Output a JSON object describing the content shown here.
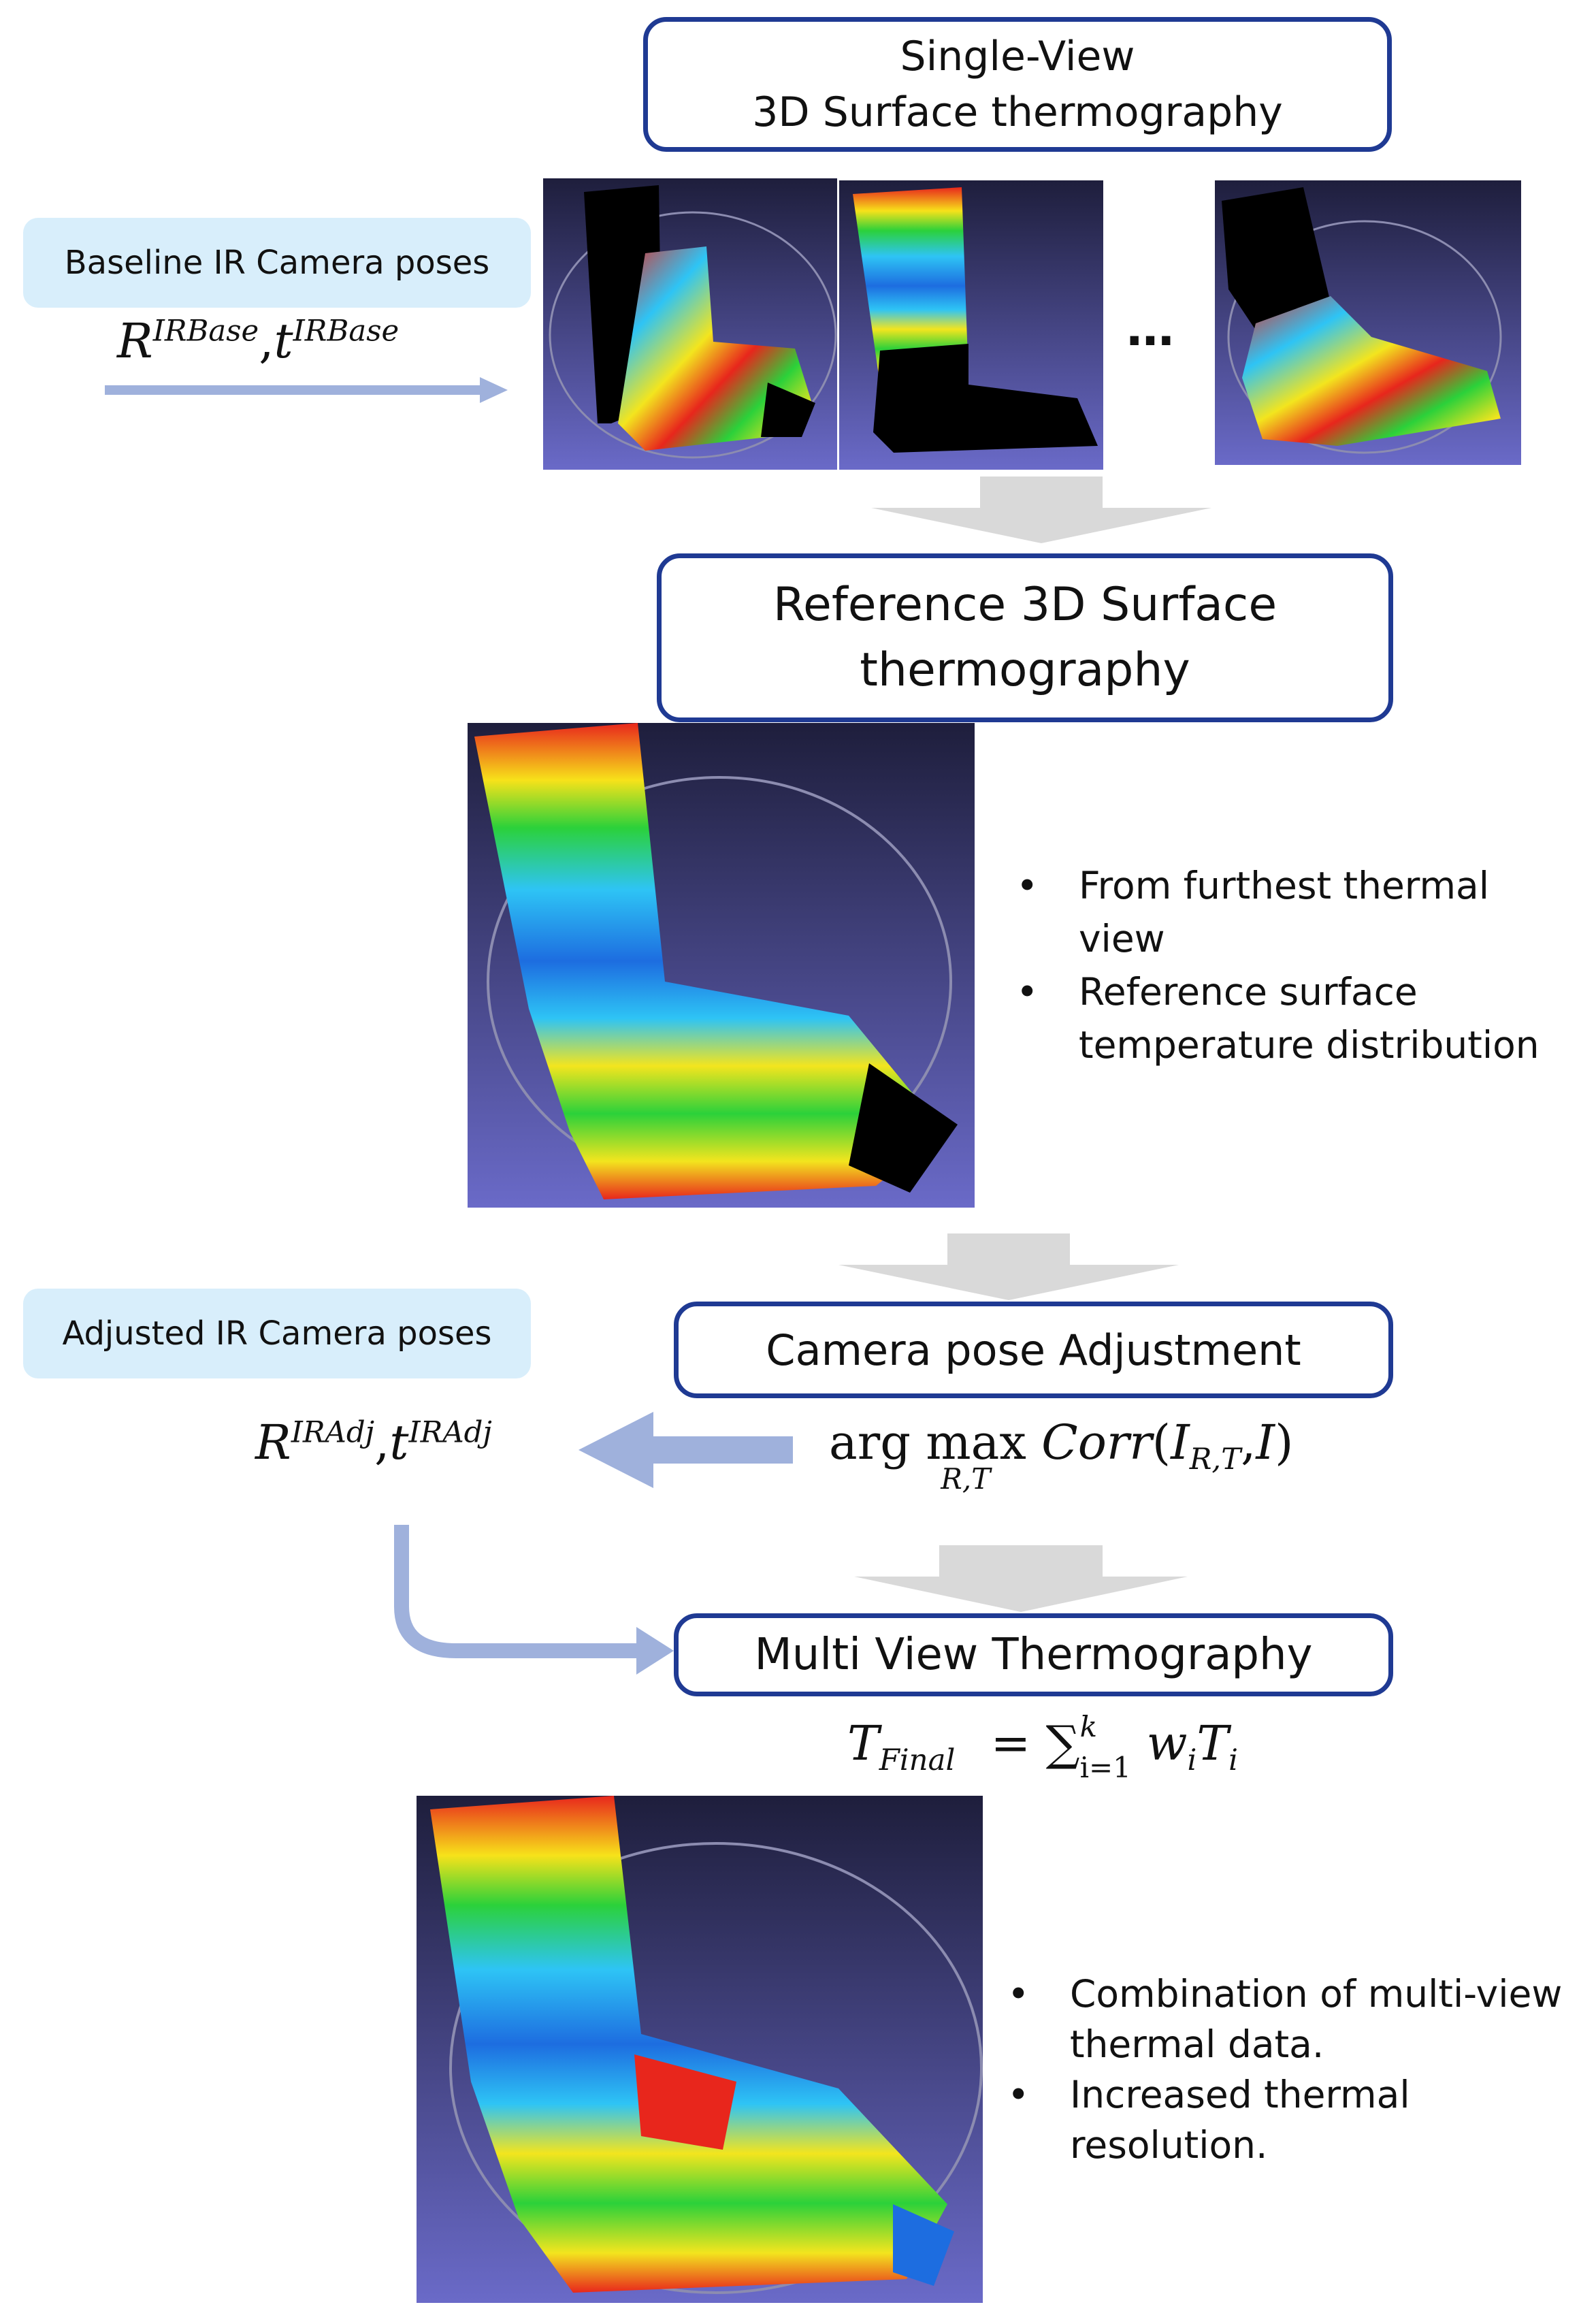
{
  "stages": {
    "single_view": {
      "line1": "Single-View",
      "line2": "3D Surface thermography"
    },
    "reference": {
      "line1": "Reference 3D Surface",
      "line2": "thermography"
    },
    "pose_adjust": {
      "label": "Camera pose Adjustment"
    },
    "multi_view": {
      "label": "Multi View Thermography"
    }
  },
  "baseline": {
    "label": "Baseline IR Camera poses",
    "math": {
      "R": "R",
      "R_sup": "IRBase",
      "sep": ",",
      "t": "t",
      "t_sup": "IRBase"
    }
  },
  "adjusted": {
    "label": "Adjusted IR Camera poses",
    "math": {
      "R": "R",
      "R_sup": "IRAdj",
      "sep": ",",
      "t": "t",
      "t_sup": "IRAdj"
    }
  },
  "objective": {
    "arg": "arg",
    "max": "max",
    "sub": "R,T",
    "corr": "Corr",
    "open": "(",
    "I1": "I",
    "I1_sub": "R,T",
    "comma": ",",
    "I2": "I",
    "close": ")"
  },
  "fusion": {
    "T": "T",
    "T_sub": "Final",
    "eq": "=",
    "sum": "∑",
    "lim_top": "k",
    "lim_bot": "i=1",
    "w": "w",
    "w_sub": "i",
    "Ti": "T",
    "Ti_sub": "i"
  },
  "ellipsis": "…",
  "reference_notes": [
    "From furthest thermal view",
    "Reference surface temperature distribution"
  ],
  "final_notes": [
    "Combination of multi-view thermal data.",
    "Increased thermal resolution."
  ],
  "colors": {
    "box_border": "#1f3a93",
    "pose_fill": "#d8eefb",
    "arrow_blue": "#9fb1dc",
    "arrow_gray": "#d9d9d9",
    "bg_top": "#1e1e3c",
    "bg_bottom": "#6a6ac8"
  },
  "icons": [
    "thermal-foot-view",
    "down-arrow",
    "right-arrow",
    "left-arrow",
    "curved-arrow"
  ]
}
